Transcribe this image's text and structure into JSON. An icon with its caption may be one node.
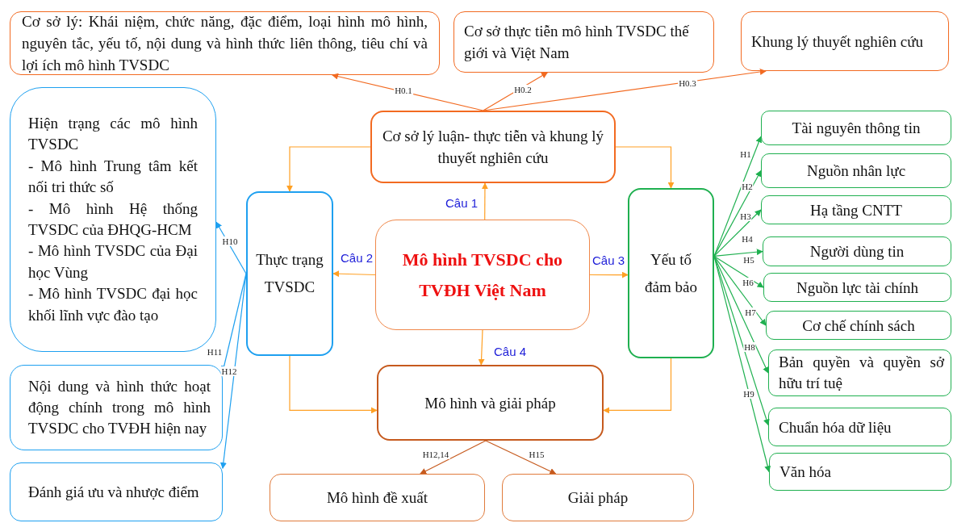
{
  "diagram": {
    "nodes": [
      {
        "text": [
          "Cơ sở lý: Khái niệm, chức năng, đặc điểm, loại hình mô hình, nguyên tắc, yếu tố, nội dung và hình thức liên thông, tiêu chí và lợi ích mô hình TVSDC"
        ]
      },
      {
        "text": [
          "Cơ sở thực tiễn mô hình TVSDC thế giới và Việt Nam"
        ]
      },
      {
        "text": [
          "Khung lý thuyết nghiên cứu"
        ]
      },
      {
        "text": [
          "Cơ sở lý luận- thực tiễn và khung lý thuyết nghiên cứu"
        ]
      },
      {
        "text": [
          "Mô hình TVSDC cho TVĐH Việt Nam"
        ]
      },
      {
        "text": [
          "Thực trạng TVSDC"
        ]
      },
      {
        "text": [
          "Yếu tố đảm bảo"
        ]
      },
      {
        "text": [
          "Hiện trạng các mô hình TVSDC",
          "- Mô hình Trung tâm kết nối tri thức số",
          "- Mô hình Hệ thống TVSDC của ĐHQG-HCM",
          "- Mô hình TVSDC của Đại học Vùng",
          "- Mô hình TVSDC đại học khối lĩnh vực đào tạo"
        ]
      },
      {
        "text": [
          "Nội dung và hình thức hoạt động chính trong mô hình TVSDC cho TVĐH hiện nay"
        ]
      },
      {
        "text": [
          "Đánh giá ưu và nhược điểm"
        ]
      },
      {
        "text": [
          "Mô hình và giải pháp"
        ]
      },
      {
        "text": [
          "Mô hình đề xuất"
        ]
      },
      {
        "text": [
          "Giải pháp"
        ]
      },
      {
        "text": [
          "Tài nguyên thông tin"
        ]
      },
      {
        "text": [
          "Nguồn nhân lực"
        ]
      },
      {
        "text": [
          "Hạ tầng CNTT"
        ]
      },
      {
        "text": [
          "Người dùng tin"
        ]
      },
      {
        "text": [
          "Nguồn lực tài chính"
        ]
      },
      {
        "text": [
          "Cơ chế chính sách"
        ]
      },
      {
        "text": [
          "Bản quyền và quyền sở hữu trí tuệ"
        ]
      },
      {
        "text": [
          "Chuẩn hóa dữ liệu"
        ]
      },
      {
        "text": [
          "Văn hóa"
        ]
      }
    ],
    "edges": [
      {
        "from": 3,
        "to": 0,
        "arrow": "to",
        "label": "H0.1",
        "color": "#f26a21"
      },
      {
        "from": 3,
        "to": 1,
        "arrow": "to",
        "label": "H0.2",
        "color": "#f26a21"
      },
      {
        "from": 3,
        "to": 2,
        "arrow": "to",
        "label": "H0.3",
        "color": "#f26a21"
      },
      {
        "from": 3,
        "to": 5,
        "arrow": "to",
        "color": "#ffa024"
      },
      {
        "from": 3,
        "to": 6,
        "arrow": "to",
        "color": "#ffa024"
      },
      {
        "from": 4,
        "to": 3,
        "arrow": "to",
        "label": "Câu 1",
        "color": "#ffa024"
      },
      {
        "from": 4,
        "to": 5,
        "arrow": "to",
        "label": "Câu 2",
        "color": "#ffa024"
      },
      {
        "from": 4,
        "to": 6,
        "arrow": "to",
        "label": "Câu 3",
        "color": "#ffa024"
      },
      {
        "from": 4,
        "to": 10,
        "arrow": "to",
        "label": "Câu 4",
        "color": "#ffa024"
      },
      {
        "from": 5,
        "to": 10,
        "arrow": "to",
        "color": "#ffa024"
      },
      {
        "from": 6,
        "to": 10,
        "arrow": "to",
        "color": "#ffa024"
      },
      {
        "from": 5,
        "to": 7,
        "arrow": "to",
        "label": "H10",
        "color": "#1ea0f0"
      },
      {
        "from": 5,
        "to": 8,
        "arrow": "to",
        "label": "H11",
        "color": "#1ea0f0"
      },
      {
        "from": 5,
        "to": 9,
        "arrow": "to",
        "label": "H12",
        "color": "#1ea0f0"
      },
      {
        "from": 10,
        "to": 11,
        "arrow": "to",
        "label": "H12,14",
        "color": "#c65a1e"
      },
      {
        "from": 10,
        "to": 12,
        "arrow": "to",
        "label": "H15",
        "color": "#c65a1e"
      },
      {
        "from": 6,
        "to": 13,
        "arrow": "to",
        "label": "H1"
      },
      {
        "from": 6,
        "to": 14,
        "arrow": "to",
        "label": "H2"
      },
      {
        "from": 6,
        "to": 15,
        "arrow": "to",
        "label": "H3"
      },
      {
        "from": 6,
        "to": 16,
        "arrow": "to",
        "label": "H4"
      },
      {
        "from": 6,
        "to": 17,
        "arrow": "to",
        "label": "H5"
      },
      {
        "from": 6,
        "to": 18,
        "arrow": "to",
        "label": "H6"
      },
      {
        "from": 6,
        "to": 19,
        "arrow": "to",
        "label": "H7"
      },
      {
        "from": 6,
        "to": 20,
        "arrow": "to",
        "label": "H8"
      },
      {
        "from": 6,
        "to": 21,
        "arrow": "to",
        "label": "H9"
      }
    ]
  }
}
